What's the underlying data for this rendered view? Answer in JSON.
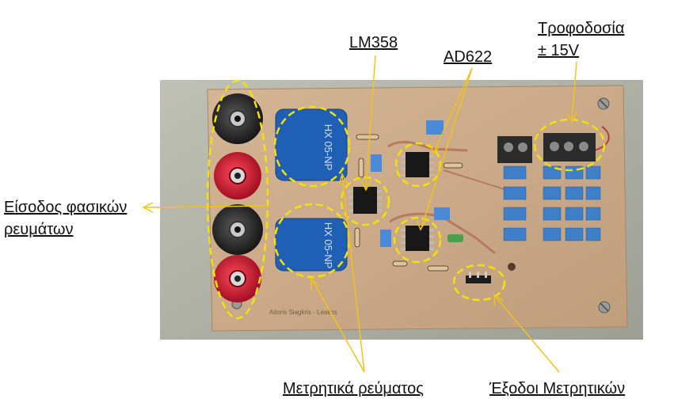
{
  "labels": {
    "lm358": "LM358",
    "ad622": "AD622",
    "power_line1": "Τροφοδοσία",
    "power_line2": "± 15V",
    "phase_input_line1": "Είσοδος φασικών",
    "phase_input_line2": "ρευμάτων",
    "current_meters": "Μετρητικά ρεύματος",
    "meter_outputs": "Έξοδοι Μετρητικών"
  },
  "board": {
    "sensor_text": "HX 05-NP",
    "silkscreen_text": "Aitoris  Siagkris - Leakos"
  },
  "colors": {
    "annotation": "#f3c21a",
    "board": "#c9a987",
    "sensor": "#1f5fb4",
    "terminal": "#2b2b2b",
    "red_jack": "#c4122c"
  }
}
